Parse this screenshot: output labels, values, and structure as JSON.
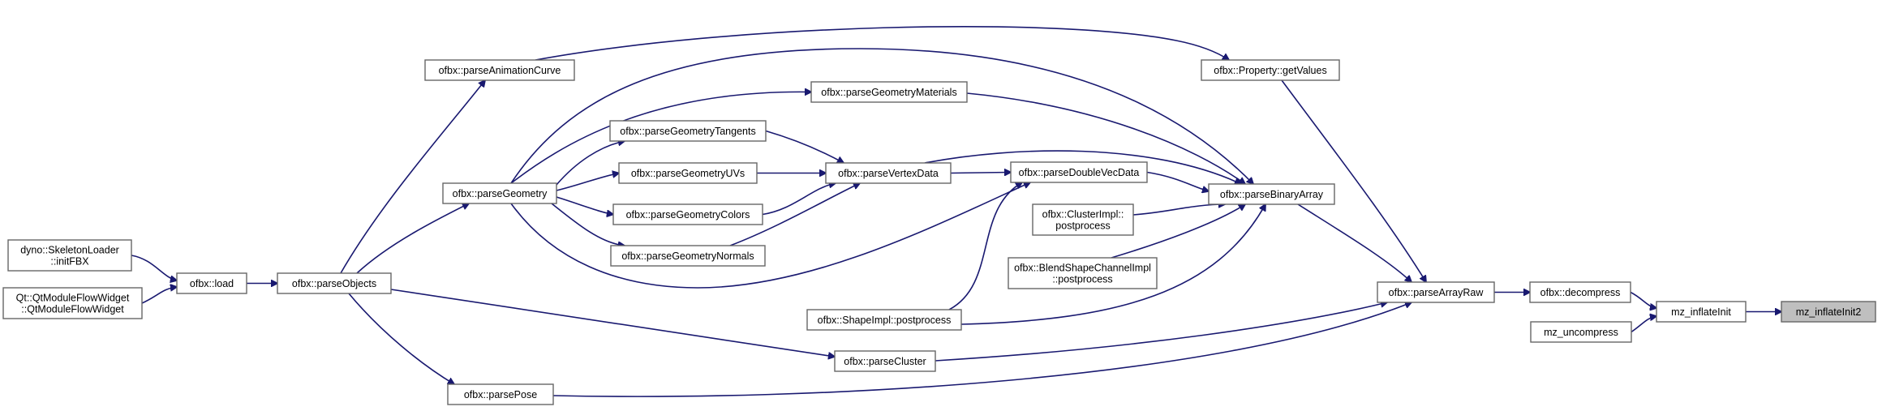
{
  "nodes": {
    "dyno_skeleton": {
      "lines": [
        "dyno::SkeletonLoader",
        "::initFBX"
      ]
    },
    "qt_flow": {
      "lines": [
        "Qt::QtModuleFlowWidget",
        "::QtModuleFlowWidget"
      ]
    },
    "load": {
      "lines": [
        "ofbx::load"
      ]
    },
    "parseObjects": {
      "lines": [
        "ofbx::parseObjects"
      ]
    },
    "parseAnimationCurve": {
      "lines": [
        "ofbx::parseAnimationCurve"
      ]
    },
    "parseGeometry": {
      "lines": [
        "ofbx::parseGeometry"
      ]
    },
    "parsePose": {
      "lines": [
        "ofbx::parsePose"
      ]
    },
    "parseGeometryMaterials": {
      "lines": [
        "ofbx::parseGeometryMaterials"
      ]
    },
    "parseGeometryTangents": {
      "lines": [
        "ofbx::parseGeometryTangents"
      ]
    },
    "parseGeometryUVs": {
      "lines": [
        "ofbx::parseGeometryUVs"
      ]
    },
    "parseGeometryColors": {
      "lines": [
        "ofbx::parseGeometryColors"
      ]
    },
    "parseGeometryNormals": {
      "lines": [
        "ofbx::parseGeometryNormals"
      ]
    },
    "parseVertexData": {
      "lines": [
        "ofbx::parseVertexData"
      ]
    },
    "parseDoubleVecData": {
      "lines": [
        "ofbx::parseDoubleVecData"
      ]
    },
    "clusterPostprocess": {
      "lines": [
        "ofbx::ClusterImpl::",
        "postprocess"
      ]
    },
    "blendShapePostprocess": {
      "lines": [
        "ofbx::BlendShapeChannelImpl",
        "::postprocess"
      ]
    },
    "shapePostprocess": {
      "lines": [
        "ofbx::ShapeImpl::postprocess"
      ]
    },
    "parseCluster": {
      "lines": [
        "ofbx::parseCluster"
      ]
    },
    "propertyGetValues": {
      "lines": [
        "ofbx::Property::getValues"
      ]
    },
    "parseBinaryArray": {
      "lines": [
        "ofbx::parseBinaryArray"
      ]
    },
    "parseArrayRaw": {
      "lines": [
        "ofbx::parseArrayRaw"
      ]
    },
    "decompress": {
      "lines": [
        "ofbx::decompress"
      ]
    },
    "mzUncompress": {
      "lines": [
        "mz_uncompress"
      ]
    },
    "mzInflateInit": {
      "lines": [
        "mz_inflateInit"
      ]
    },
    "mzInflateInit2": {
      "lines": [
        "mz_inflateInit2"
      ]
    }
  },
  "colors": {
    "edge": "#191970",
    "border": "#666666",
    "root_fill": "#bfbfbf"
  }
}
